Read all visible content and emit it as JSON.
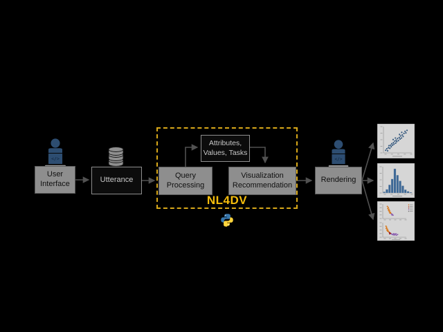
{
  "diagram_title": "NL4DV architecture flow",
  "nodes": {
    "user_interface": {
      "label": "User\nInterface"
    },
    "utterance": {
      "label": "Utterance"
    },
    "query_processing": {
      "label": "Query\nProcessing"
    },
    "attributes_values_tasks": {
      "label": "Attributes,\nValues, Tasks"
    },
    "visualization_recommendation": {
      "label": "Visualization\nRecommendation"
    },
    "rendering": {
      "label": "Rendering"
    }
  },
  "nl4dv": {
    "label": "NL4DV"
  },
  "icons": {
    "person_laptop": "person at laptop with </> code glyph",
    "database": "stacked-cylinder database",
    "python": "Python logo"
  },
  "colors": {
    "background": "#000000",
    "box_gray_fill": "#8e8e8e",
    "box_dark_fill": "#0c0c0c",
    "box_dark_border": "#8f8f8f",
    "accent_gold": "#f5bd0c",
    "dashed_border": "#d9a91a",
    "arrow": "#515151",
    "person_blue": "#2d4d71",
    "python_blue": "#3776ab",
    "python_yellow": "#ffd43b"
  },
  "chart_data": [
    {
      "id": "scatter-preview",
      "type": "scatter",
      "description": "Thumbnail scatter plot of positively correlated blue points; axis tick labels too small to read",
      "background": "#d6d6d6",
      "point_color": "#35597f",
      "labels_legible": false,
      "points": [
        [
          0.08,
          0.1
        ],
        [
          0.12,
          0.16
        ],
        [
          0.15,
          0.08
        ],
        [
          0.18,
          0.2
        ],
        [
          0.2,
          0.28
        ],
        [
          0.23,
          0.18
        ],
        [
          0.26,
          0.3
        ],
        [
          0.28,
          0.24
        ],
        [
          0.3,
          0.36
        ],
        [
          0.33,
          0.3
        ],
        [
          0.36,
          0.4
        ],
        [
          0.38,
          0.34
        ],
        [
          0.41,
          0.46
        ],
        [
          0.44,
          0.38
        ],
        [
          0.46,
          0.5
        ],
        [
          0.48,
          0.44
        ],
        [
          0.51,
          0.56
        ],
        [
          0.54,
          0.48
        ],
        [
          0.57,
          0.6
        ],
        [
          0.6,
          0.54
        ],
        [
          0.62,
          0.66
        ],
        [
          0.65,
          0.58
        ],
        [
          0.68,
          0.7
        ],
        [
          0.71,
          0.64
        ],
        [
          0.74,
          0.76
        ],
        [
          0.78,
          0.84
        ],
        [
          0.81,
          0.78
        ],
        [
          0.85,
          0.88
        ],
        [
          0.58,
          0.72
        ],
        [
          0.43,
          0.58
        ],
        [
          0.35,
          0.52
        ],
        [
          0.66,
          0.8
        ]
      ]
    },
    {
      "id": "histogram-preview",
      "type": "histogram",
      "description": "Thumbnail bell-shaped histogram with blue bars; axis tick labels too small to read",
      "background": "#d6d6d6",
      "bar_color": "#3d6896",
      "labels_legible": false,
      "values": [
        0.05,
        0.15,
        0.34,
        0.58,
        1.0,
        0.74,
        0.5,
        0.3,
        0.14,
        0.07,
        0.03
      ]
    },
    {
      "id": "facet-scatter-preview",
      "type": "facet-scatter",
      "description": "Thumbnail of two stacked scatter panels with orange/dark-red/purple clusters and a small legend; text too small to read",
      "background": "#d6d6d6",
      "legend_visible": true,
      "legend_colors": [
        "#d9720f",
        "#b8441f",
        "#9c1b1b",
        "#8a5fb0",
        "#6e6e6e"
      ],
      "labels_legible": false,
      "panels": [
        {
          "series": [
            {
              "color": "#d9720f",
              "points": [
                [
                  0.2,
                  0.88
                ],
                [
                  0.24,
                  0.8
                ],
                [
                  0.22,
                  0.72
                ],
                [
                  0.27,
                  0.68
                ],
                [
                  0.25,
                  0.6
                ],
                [
                  0.3,
                  0.58
                ],
                [
                  0.28,
                  0.5
                ],
                [
                  0.33,
                  0.46
                ],
                [
                  0.31,
                  0.4
                ],
                [
                  0.36,
                  0.38
                ]
              ]
            },
            {
              "color": "#8a5fb0",
              "points": [
                [
                  0.38,
                  0.34
                ],
                [
                  0.42,
                  0.3
                ],
                [
                  0.4,
                  0.26
                ],
                [
                  0.45,
                  0.24
                ]
              ]
            }
          ]
        },
        {
          "series": [
            {
              "color": "#d9720f",
              "points": [
                [
                  0.14,
                  0.8
                ],
                [
                  0.17,
                  0.72
                ],
                [
                  0.15,
                  0.64
                ],
                [
                  0.2,
                  0.6
                ],
                [
                  0.18,
                  0.52
                ],
                [
                  0.23,
                  0.5
                ],
                [
                  0.21,
                  0.44
                ],
                [
                  0.26,
                  0.4
                ]
              ]
            },
            {
              "color": "#9c1b1b",
              "points": [
                [
                  0.29,
                  0.34
                ],
                [
                  0.32,
                  0.3
                ],
                [
                  0.35,
                  0.27
                ],
                [
                  0.3,
                  0.25
                ]
              ]
            },
            {
              "color": "#8a5fb0",
              "points": [
                [
                  0.38,
                  0.24
                ],
                [
                  0.42,
                  0.2
                ],
                [
                  0.46,
                  0.18
                ],
                [
                  0.5,
                  0.16
                ],
                [
                  0.55,
                  0.18
                ],
                [
                  0.6,
                  0.15
                ],
                [
                  0.65,
                  0.2
                ],
                [
                  0.52,
                  0.24
                ],
                [
                  0.47,
                  0.26
                ],
                [
                  0.58,
                  0.26
                ]
              ]
            }
          ]
        }
      ]
    }
  ]
}
